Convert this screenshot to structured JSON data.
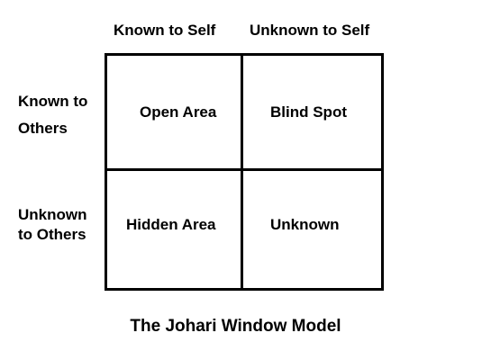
{
  "columns": {
    "known_to_self": "Known to Self",
    "unknown_to_self": "Unknown to Self"
  },
  "rows": {
    "known_to_others_line1": "Known to",
    "known_to_others_line2": "Others",
    "unknown_to_others_line1": "Unknown",
    "unknown_to_others_line2": "to Others"
  },
  "quadrants": {
    "open_area": "Open Area",
    "blind_spot": "Blind Spot",
    "hidden_area": "Hidden Area",
    "unknown": "Unknown"
  },
  "caption": "The Johari Window Model"
}
